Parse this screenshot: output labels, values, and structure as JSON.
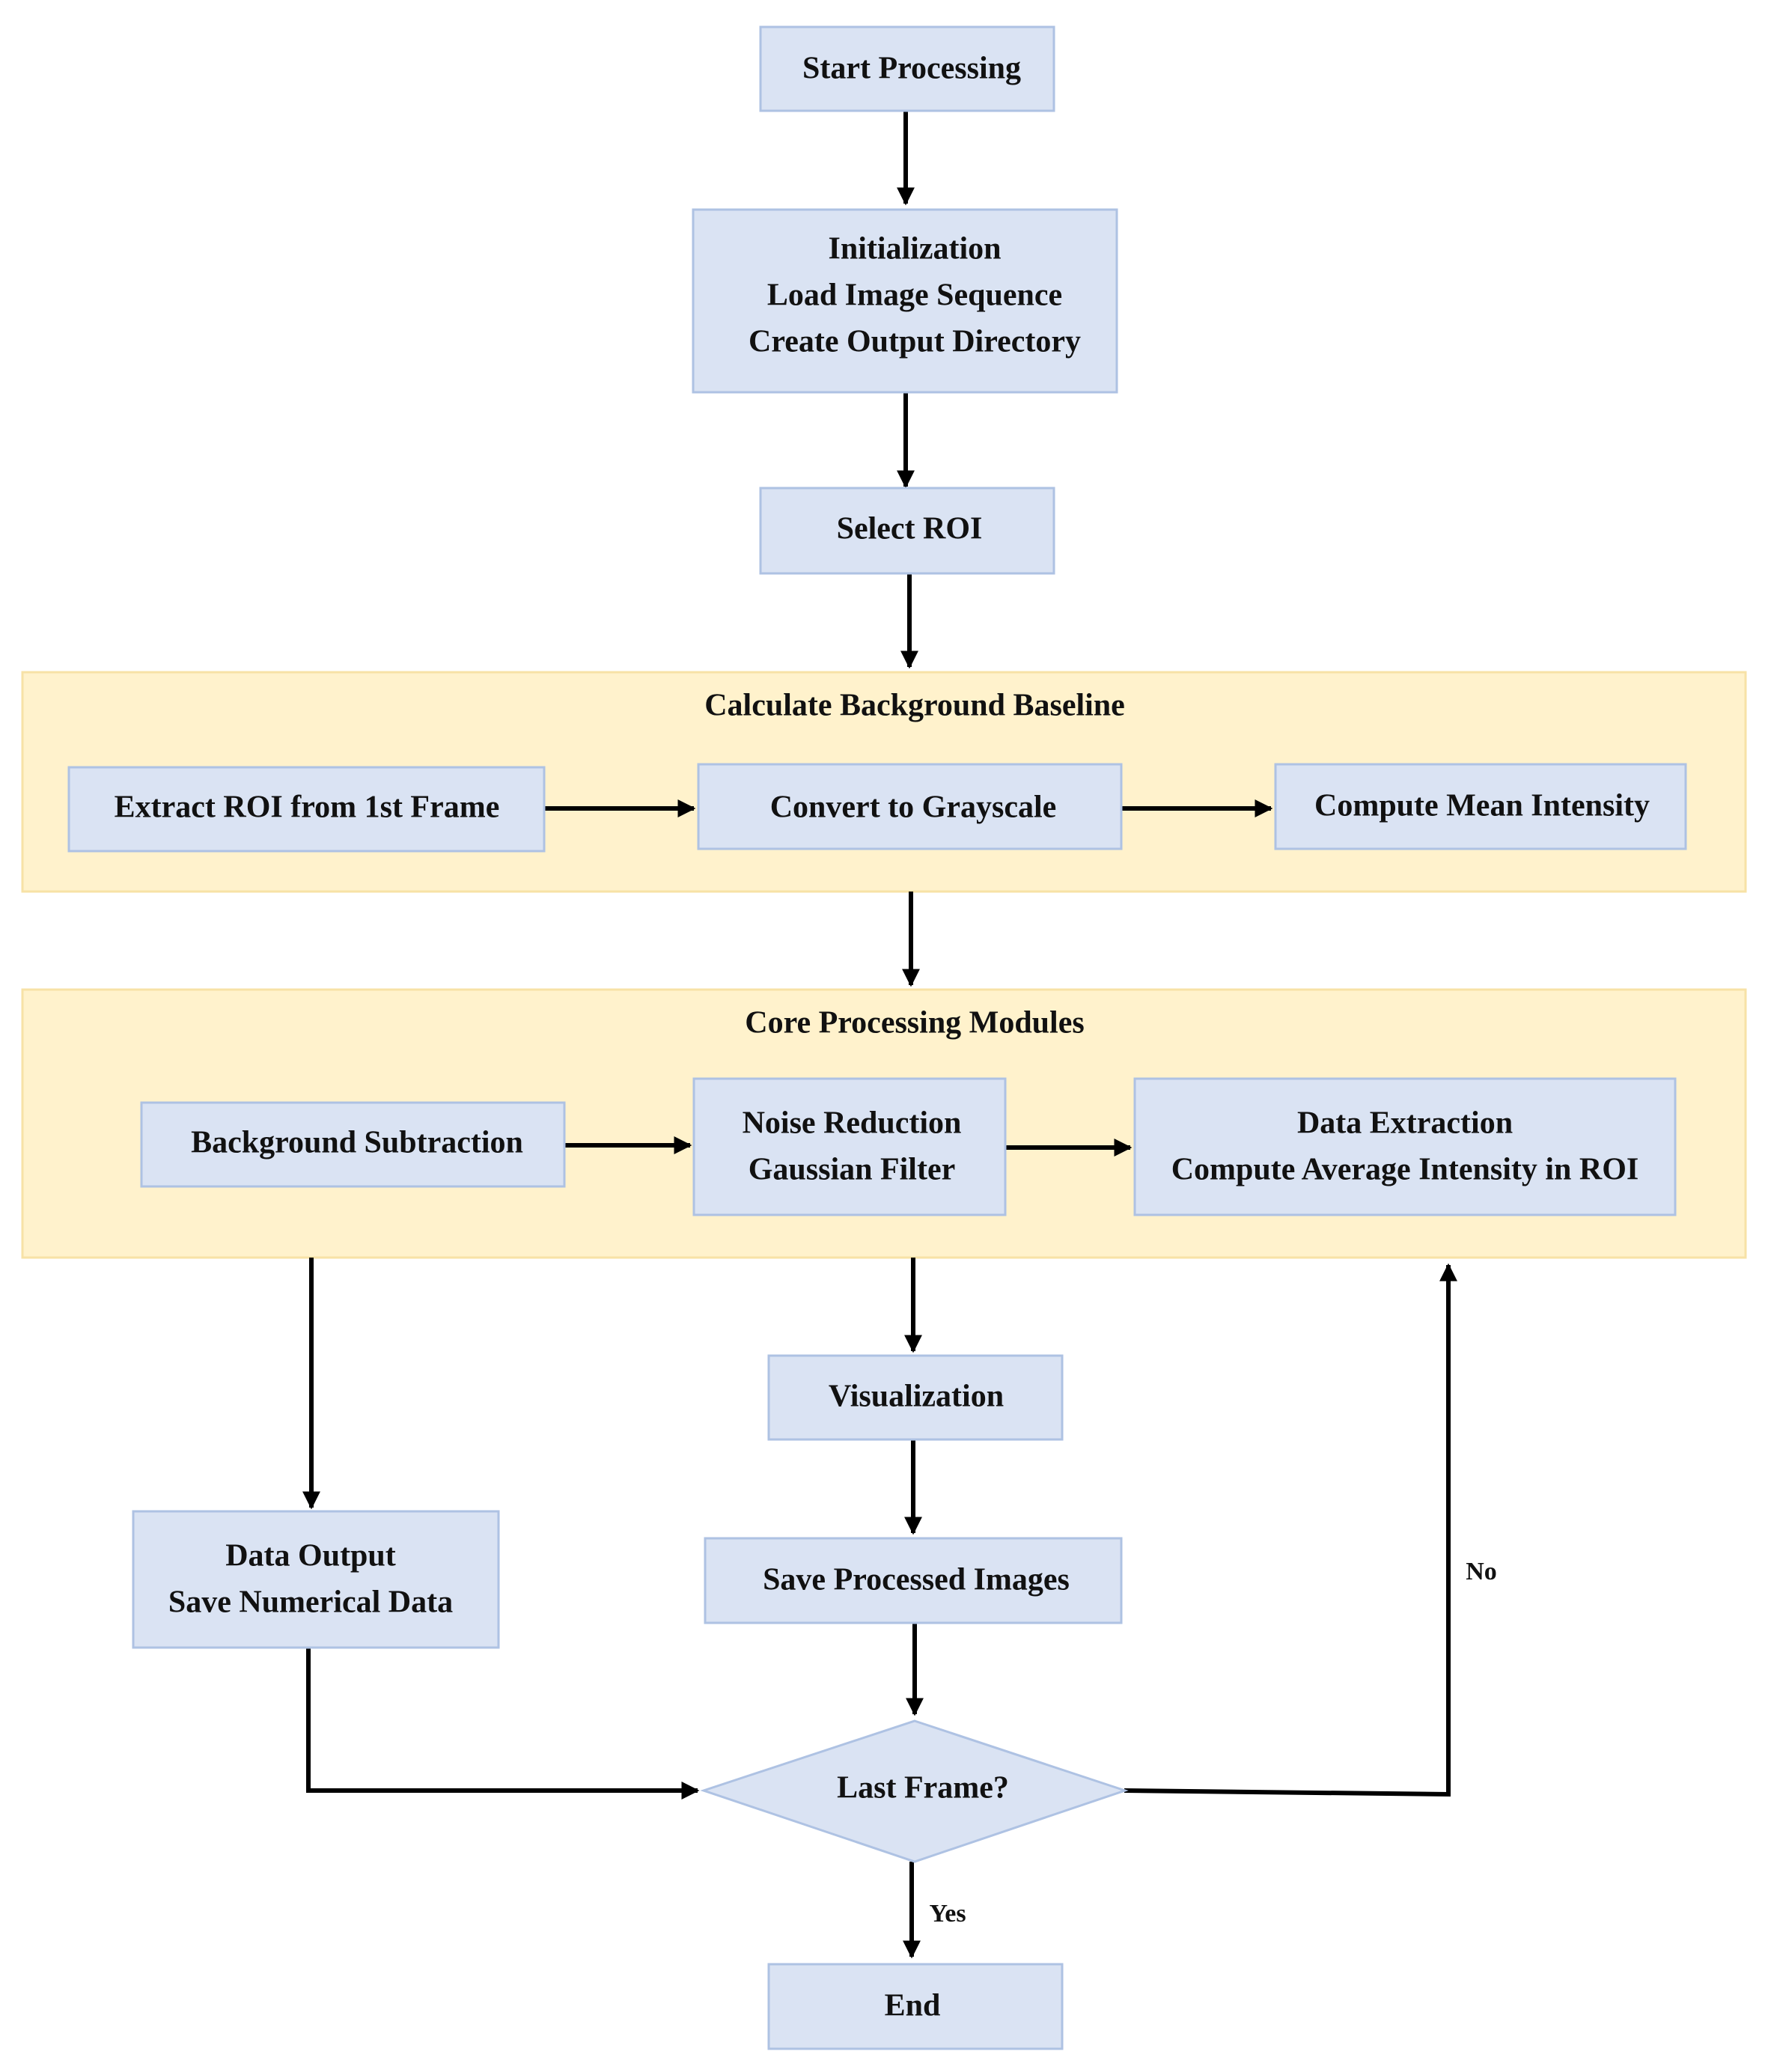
{
  "nodes": {
    "start": {
      "label": "Start Processing"
    },
    "init": {
      "lines": [
        "Initialization",
        "Load Image Sequence",
        "Create Output Directory"
      ]
    },
    "select_roi": {
      "label": "Select ROI"
    },
    "extract_roi": {
      "label": "Extract ROI from 1st Frame"
    },
    "grayscale": {
      "label": "Convert to Grayscale"
    },
    "mean_intensity": {
      "label": "Compute Mean Intensity"
    },
    "bg_subtraction": {
      "label": "Background Subtraction"
    },
    "noise_reduction": {
      "lines": [
        "Noise Reduction",
        "Gaussian Filter"
      ]
    },
    "data_extraction": {
      "lines": [
        "Data Extraction",
        "Compute Average Intensity in ROI"
      ]
    },
    "visualization": {
      "label": "Visualization"
    },
    "save_images": {
      "label": "Save Processed Images"
    },
    "data_output": {
      "lines": [
        "Data Output",
        "Save Numerical Data"
      ]
    },
    "last_frame": {
      "label": "Last Frame?"
    },
    "end": {
      "label": "End"
    }
  },
  "groups": {
    "background": {
      "title": "Calculate Background Baseline"
    },
    "core": {
      "title": "Core Processing Modules"
    }
  },
  "edges": {
    "no_label": "No",
    "yes_label": "Yes"
  }
}
